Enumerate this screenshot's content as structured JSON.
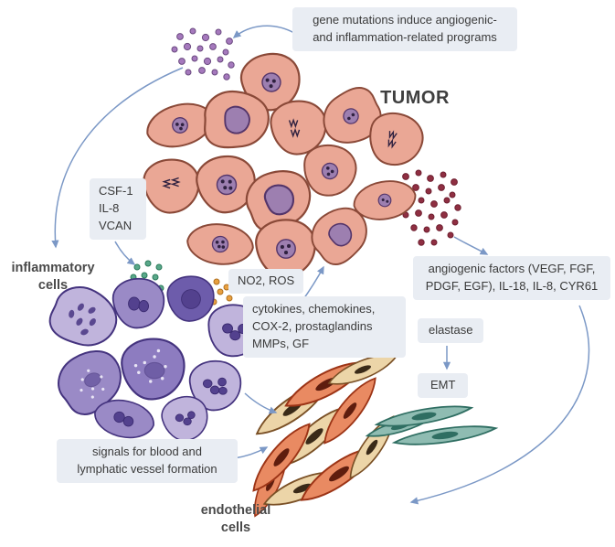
{
  "labels": {
    "tumor": "TUMOR",
    "inflammatory_cells": "inflammatory\ncells",
    "endothelial_cells": "endothelial\ncells"
  },
  "boxes": {
    "gene_mutations": "gene mutations induce angiogenic-\nand inflammation-related programs",
    "csf": "CSF-1\nIL-8\nVCAN",
    "no2_ros": "NO2, ROS",
    "cytokines": "cytokines, chemokines,\nCOX-2, prostaglandins\nMMPs, GF",
    "angiogenic_factors": "angiogenic factors (VEGF, FGF,\nPDGF, EGF), IL-18, IL-8, CYR61",
    "elastase": "elastase",
    "emt": "EMT",
    "vessel_signals": "signals for blood and\nlymphatic vessel formation"
  },
  "colors": {
    "box-bg": "#e9edf3",
    "text": "#3a3a3a",
    "label": "#4a4a4a",
    "arrow": "#7b98c6",
    "tumor-fill": "#eaa795",
    "tumor-stroke": "#8a4938",
    "tumor-nucleus": "#9d7fb0",
    "inflammatory-light": "#c0b4dc",
    "inflammatory-mid": "#9a8ac6",
    "inflammatory-dark": "#6d5cab",
    "inflammatory-stroke": "#44337e",
    "endothelial-tan": "#ecd5a8",
    "endothelial-orange": "#e98a62",
    "mesenchymal-fill": "#8fbcb2",
    "dot-purple": "#a579bd",
    "dot-red": "#8f2f42",
    "dot-green": "#5aa88a",
    "dot-orange": "#e8a040"
  }
}
